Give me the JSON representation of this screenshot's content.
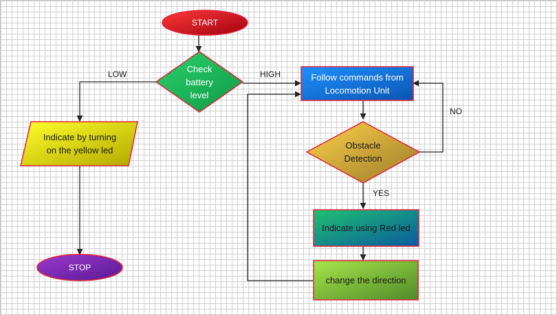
{
  "nodes": {
    "start": "START",
    "check": "Check\nbattery\nlevel",
    "follow": "Follow commands from\nLocomotion Unit",
    "yellow": "Indicate by turning\non the yellow led",
    "obstacle": "Obstacle\nDetection",
    "red": "Indicate using Red led",
    "direction": "change the direction",
    "stop": "STOP"
  },
  "edges": {
    "low": "LOW",
    "high": "HIGH",
    "no": "NO",
    "yes": "YES"
  },
  "colors": {
    "start": "#d9141f",
    "check": "#1fc25a",
    "follow": "#1676d8",
    "yellow": "#e8e414",
    "obstacle": "#e6b83a",
    "red": "#18b06a",
    "direction": "#8fd04a",
    "stop": "#7a28b0",
    "outline": "#e0203a",
    "line": "#222222"
  }
}
